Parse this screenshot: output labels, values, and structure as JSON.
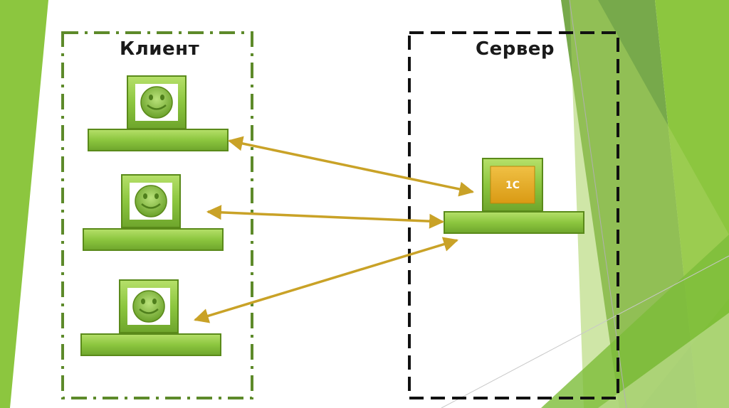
{
  "client": {
    "title": "Клиент"
  },
  "server": {
    "title": "Сервер",
    "app_label": "1С"
  },
  "colors": {
    "green": "#8cc63f",
    "green_dark": "#5a8a1a",
    "gold": "#e7b02a",
    "arrow": "#c9a227",
    "client_border": "#5d8a2a",
    "server_border": "#111111"
  },
  "icons": [
    "smiley-icon",
    "computer-icon"
  ]
}
